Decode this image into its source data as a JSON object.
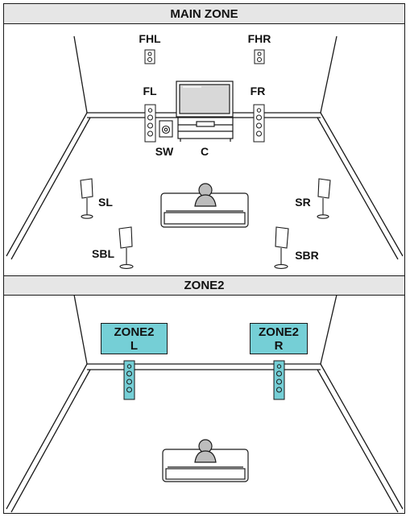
{
  "main_zone": {
    "title": "MAIN ZONE",
    "speakers": {
      "fhl": "FHL",
      "fhr": "FHR",
      "fl": "FL",
      "fr": "FR",
      "sw": "SW",
      "c": "C",
      "sl": "SL",
      "sr": "SR",
      "sbl": "SBL",
      "sbr": "SBR"
    }
  },
  "zone2": {
    "title": "ZONE2",
    "left_label": {
      "line1": "ZONE2",
      "line2": "L"
    },
    "right_label": {
      "line1": "ZONE2",
      "line2": "R"
    }
  },
  "colors": {
    "zone2_speaker": "#75cfd6",
    "header_band": "#e6e6e6",
    "line": "#1a1a1a"
  }
}
